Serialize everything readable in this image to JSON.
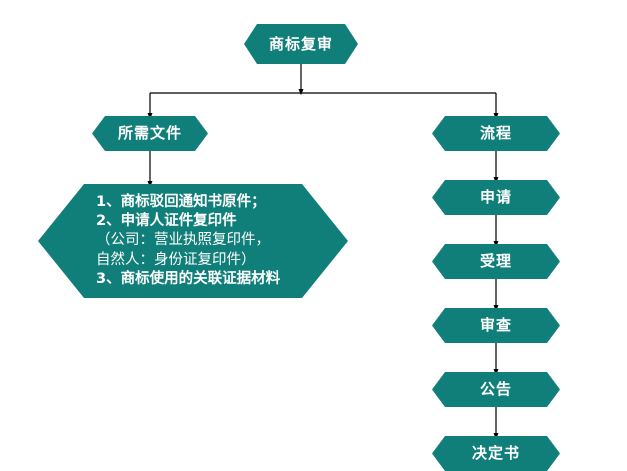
{
  "diagram": {
    "title": "商标复审",
    "theme": {
      "node_fill": "#117f79",
      "node_text": "#ffffff",
      "connector": "#000000",
      "background": "#ffffff"
    },
    "root": {
      "label": "商标复审"
    },
    "branches": [
      {
        "label": "所需文件"
      },
      {
        "label": "流程"
      }
    ],
    "documents": {
      "header": "所需文件",
      "lines": [
        {
          "text": "1、商标驳回通知书原件；",
          "weight": "bold"
        },
        {
          "text": "2、申请人证件复印件",
          "weight": "bold"
        },
        {
          "text": "（公司：营业执照复印件，",
          "weight": "light"
        },
        {
          "text": "自然人：身份证复印件）",
          "weight": "light"
        },
        {
          "text": "3、商标使用的关联证据材料",
          "weight": "bold"
        }
      ]
    },
    "process": {
      "header": "流程",
      "steps": [
        {
          "label": "申请"
        },
        {
          "label": "受理"
        },
        {
          "label": "审查"
        },
        {
          "label": "公告"
        },
        {
          "label": "决定书"
        }
      ]
    }
  }
}
